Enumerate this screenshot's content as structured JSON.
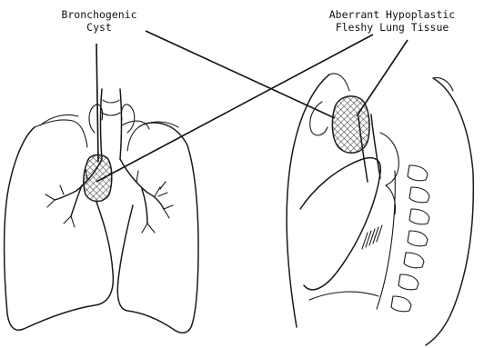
{
  "labels": {
    "cyst": {
      "line1": "Bronchogenic",
      "line2": "Cyst"
    },
    "tissue": {
      "line1": "Aberrant Hypoplastic",
      "line2": "Fleshy Lung Tissue"
    }
  }
}
